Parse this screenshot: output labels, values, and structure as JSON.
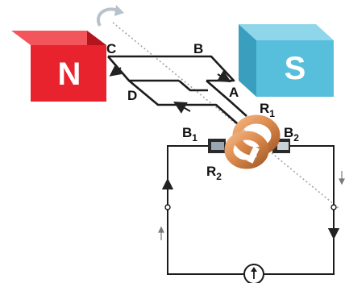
{
  "magnets": {
    "north": {
      "label": "N",
      "color": "#e8232d"
    },
    "south": {
      "label": "S",
      "color": "#57bfdc"
    }
  },
  "coil": {
    "corners": {
      "a": "A",
      "b": "B",
      "c": "C",
      "d": "D"
    }
  },
  "commutator": {
    "ring_1": {
      "letter": "R",
      "sub": "1"
    },
    "ring_2": {
      "letter": "R",
      "sub": "2"
    },
    "brush_1": {
      "letter": "B",
      "sub": "1"
    },
    "brush_2": {
      "letter": "B",
      "sub": "2"
    },
    "ring_color": "#d9874a"
  },
  "circuit": {
    "meter_icon": "galvanometer-up-arrow-icon"
  },
  "rotation": {
    "icon": "rotation-arrow-icon"
  }
}
